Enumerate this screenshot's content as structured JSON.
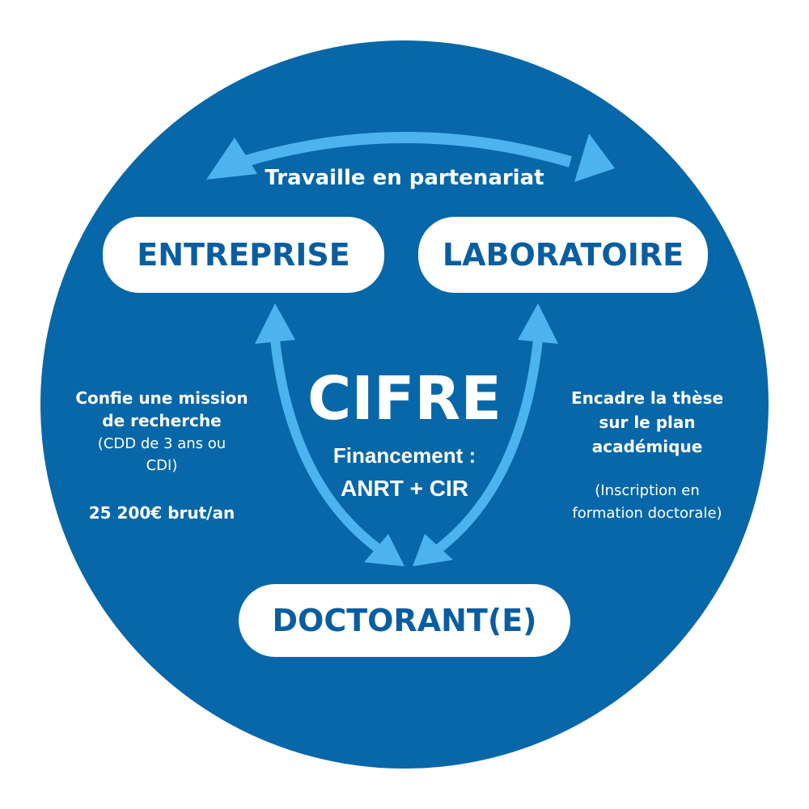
{
  "colors": {
    "circle": "#0767a8",
    "arrow": "#4db3ee",
    "pill_text": "#0a5ea0",
    "text": "#ffffff"
  },
  "top_arrow_label": "Travaille en partenariat",
  "nodes": {
    "entreprise": "ENTREPRISE",
    "laboratoire": "LABORATOIRE",
    "doctorant": "DOCTORANT(E)"
  },
  "center": {
    "title": "CIFRE",
    "funding_label": "Financement :",
    "funding_value": "ANRT + CIR"
  },
  "left_text": {
    "line1": "Confie une mission",
    "line2": "de recherche",
    "line3": "(CDD de 3 ans ou",
    "line4": "CDI)",
    "salary": "25 200€ brut/an"
  },
  "right_text": {
    "line1": "Encadre la thèse",
    "line2": "sur le plan",
    "line3": "académique",
    "line4": "(Inscription en",
    "line5": "formation doctorale)"
  }
}
